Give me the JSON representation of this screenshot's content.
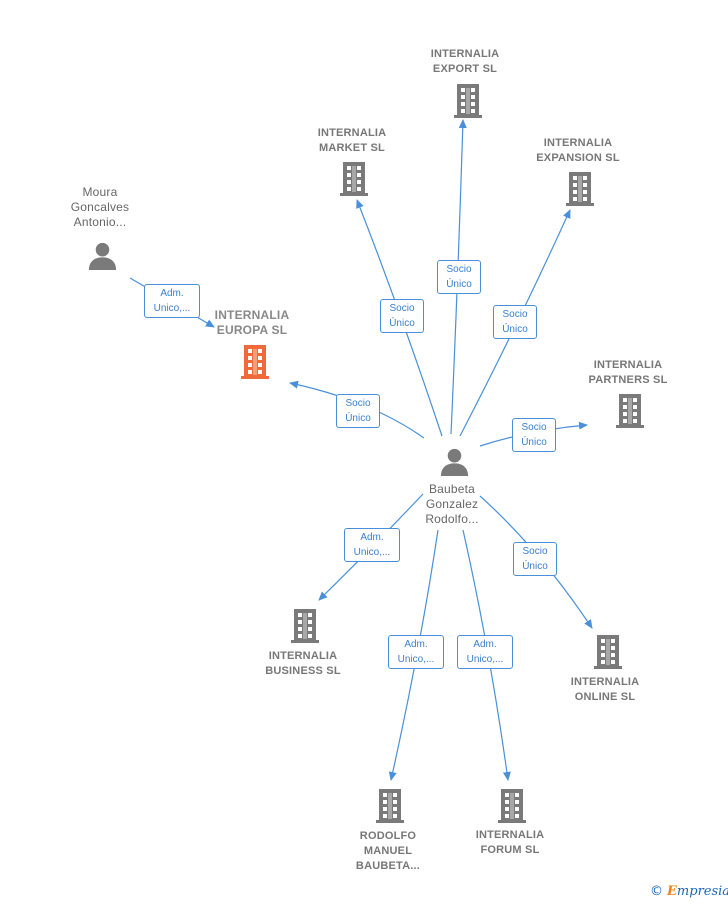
{
  "colors": {
    "edge": "#4a90d9",
    "company_icon": "#7a7a7a",
    "person_icon": "#7a7a7a",
    "focus_company_icon": "#ee6a3a",
    "label": "#777777"
  },
  "nodes": {
    "export": {
      "lines": [
        "INTERNALIA",
        "EXPORT  SL"
      ],
      "kind": "company"
    },
    "market": {
      "lines": [
        "INTERNALIA",
        "MARKET  SL"
      ],
      "kind": "company"
    },
    "expansion": {
      "lines": [
        "INTERNALIA",
        "EXPANSION  SL"
      ],
      "kind": "company"
    },
    "moura": {
      "lines": [
        "Moura",
        "Goncalves",
        "Antonio..."
      ],
      "kind": "person"
    },
    "europa": {
      "lines": [
        "INTERNALIA",
        "EUROPA  SL"
      ],
      "kind": "focus-company"
    },
    "partners": {
      "lines": [
        "INTERNALIA",
        "PARTNERS  SL"
      ],
      "kind": "company"
    },
    "baubeta": {
      "lines": [
        "Baubeta",
        "Gonzalez",
        "Rodolfo..."
      ],
      "kind": "person"
    },
    "business": {
      "lines": [
        "INTERNALIA",
        "BUSINESS  SL"
      ],
      "kind": "company"
    },
    "online": {
      "lines": [
        "INTERNALIA",
        "ONLINE  SL"
      ],
      "kind": "company"
    },
    "rodolfo": {
      "lines": [
        "RODOLFO",
        "MANUEL",
        "BAUBETA..."
      ],
      "kind": "company"
    },
    "forum": {
      "lines": [
        "INTERNALIA",
        "FORUM  SL"
      ],
      "kind": "company"
    }
  },
  "edges": [
    {
      "id": "moura-europa",
      "lines": [
        "Adm.",
        "Unico,..."
      ]
    },
    {
      "id": "baubeta-europa",
      "lines": [
        "Socio",
        "Único"
      ]
    },
    {
      "id": "baubeta-market",
      "lines": [
        "Socio",
        "Único"
      ]
    },
    {
      "id": "baubeta-export",
      "lines": [
        "Socio",
        "Único"
      ]
    },
    {
      "id": "baubeta-expansion",
      "lines": [
        "Socio",
        "Único"
      ]
    },
    {
      "id": "baubeta-partners",
      "lines": [
        "Socio",
        "Único"
      ]
    },
    {
      "id": "baubeta-business",
      "lines": [
        "Adm.",
        "Unico,..."
      ]
    },
    {
      "id": "baubeta-online",
      "lines": [
        "Socio",
        "Único"
      ]
    },
    {
      "id": "baubeta-rodolfo",
      "lines": [
        "Adm.",
        "Unico,..."
      ]
    },
    {
      "id": "baubeta-forum",
      "lines": [
        "Adm.",
        "Unico,..."
      ]
    }
  ],
  "brand": {
    "copyright": "©",
    "name_first": "E",
    "name_rest": "mpresia"
  }
}
